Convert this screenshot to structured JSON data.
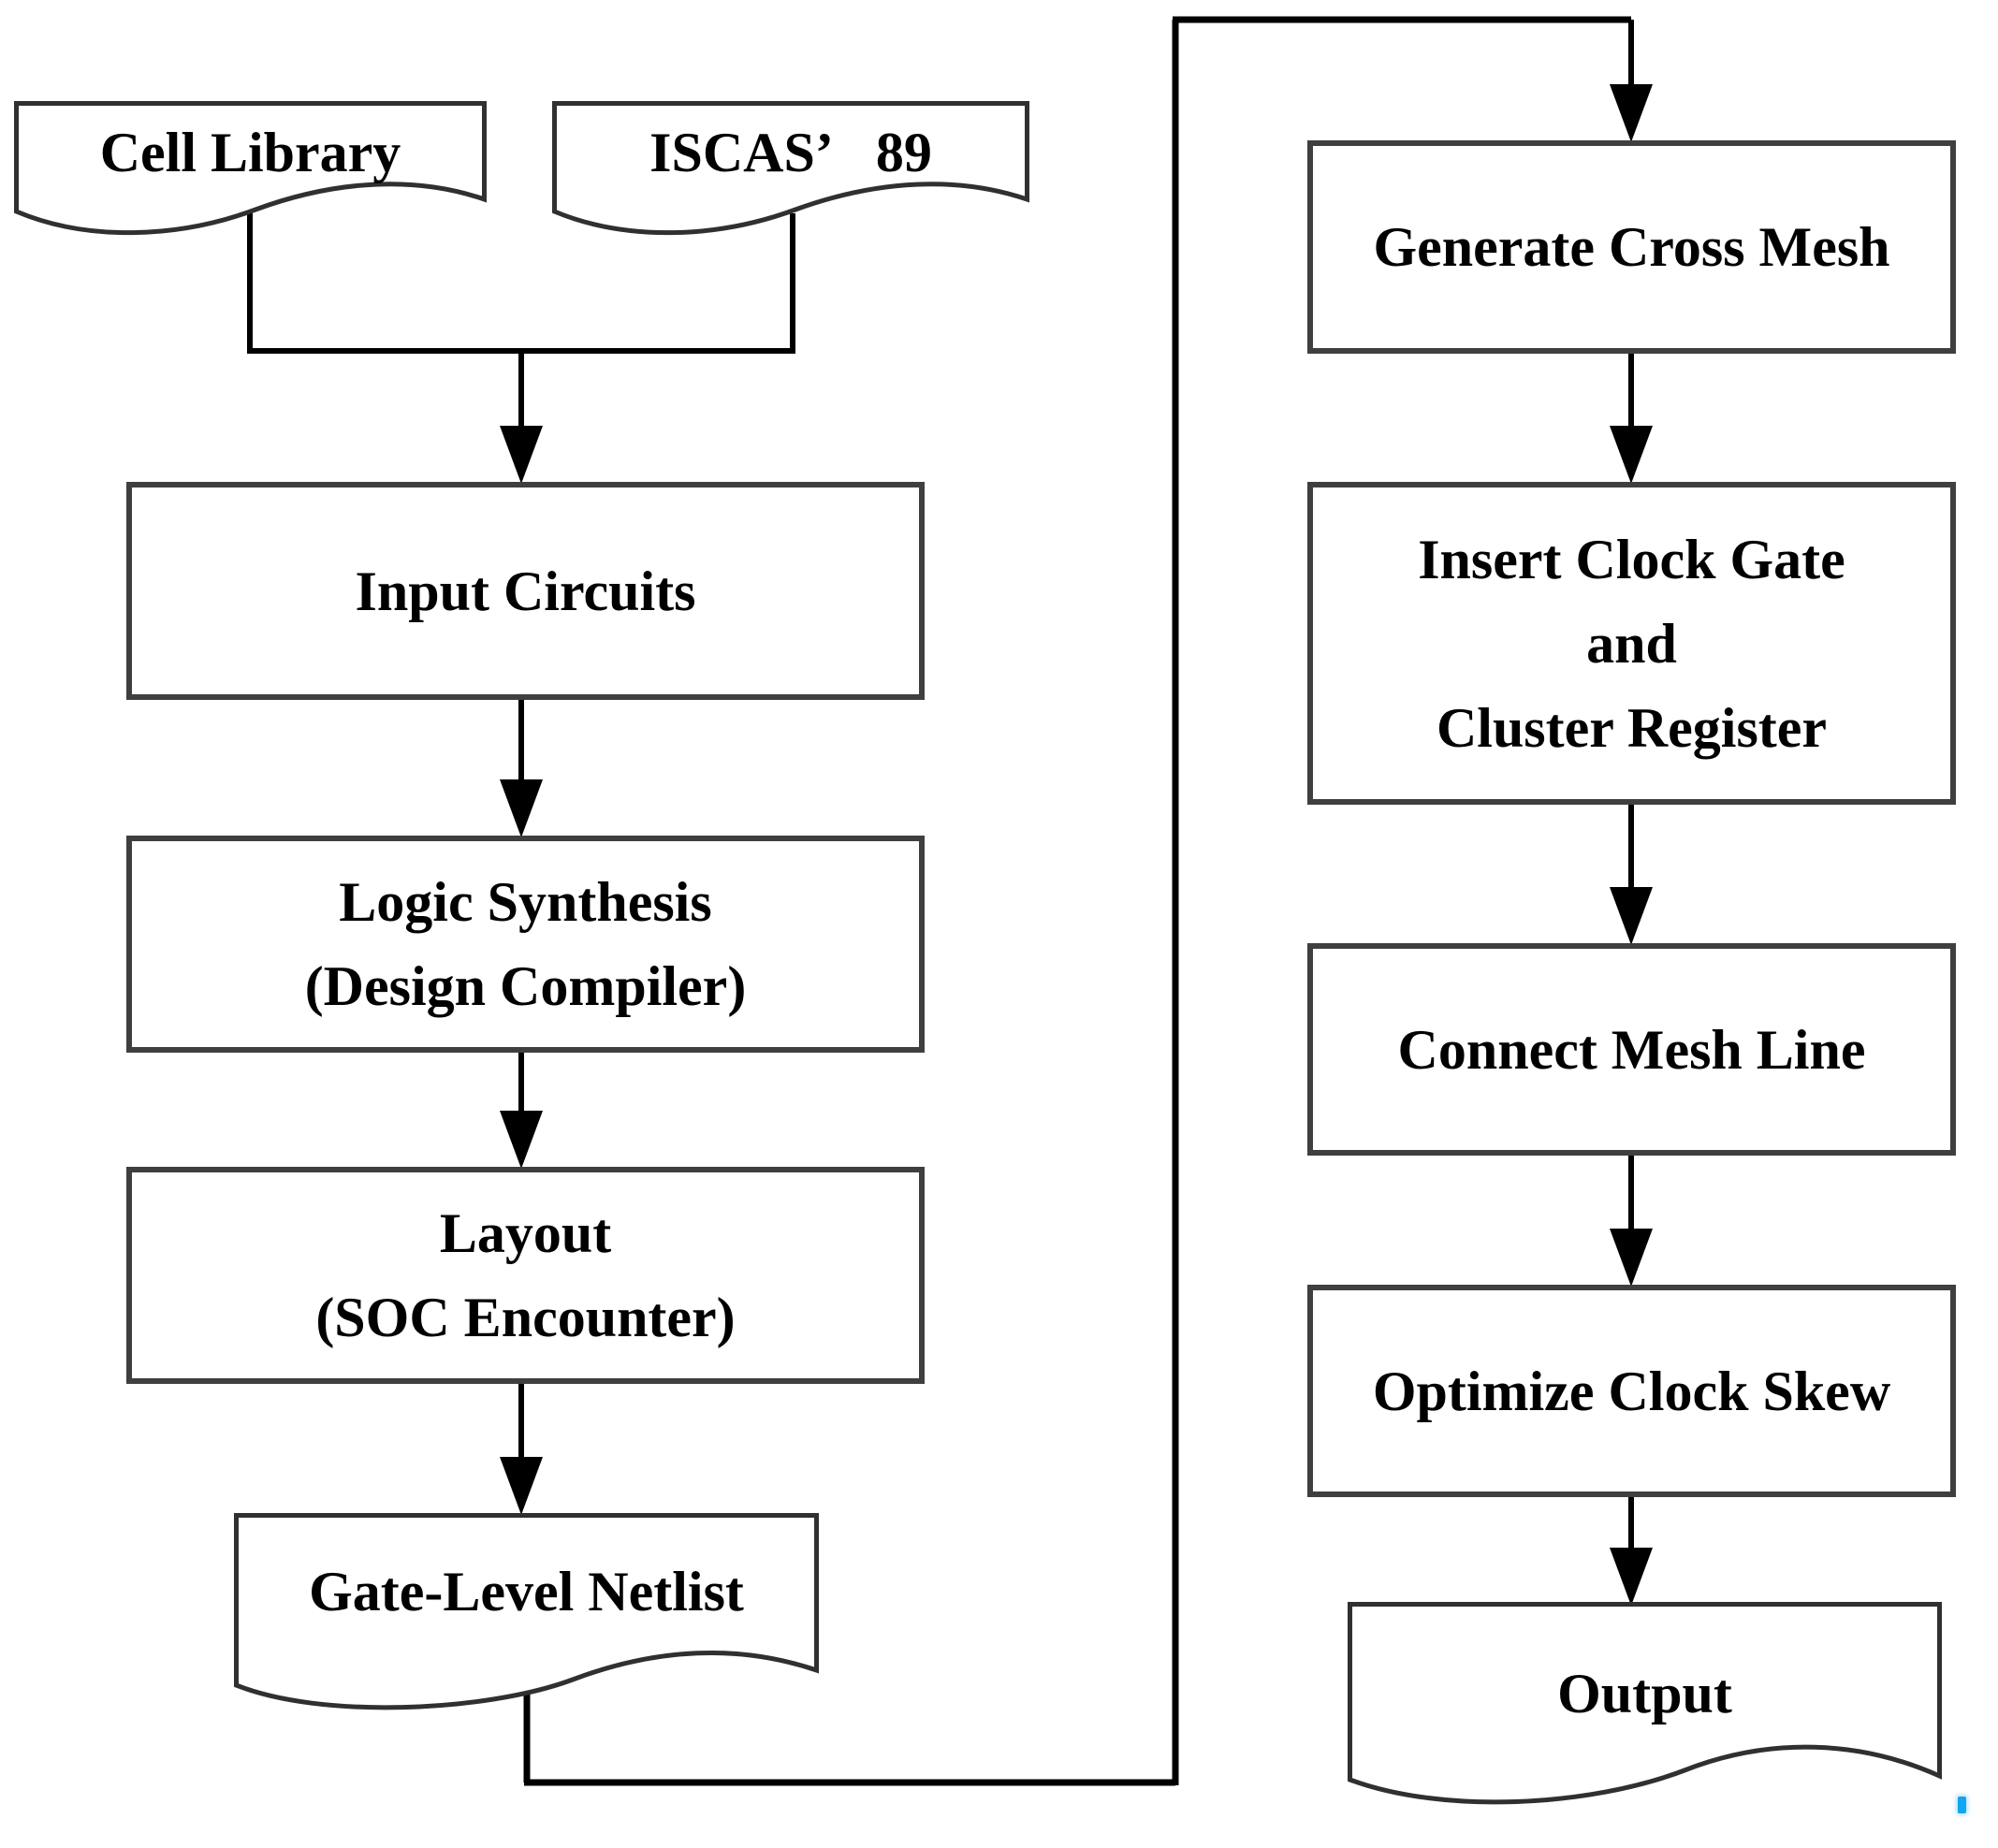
{
  "diagram": {
    "colors": {
      "background": "#ffffff",
      "connector": "#000000",
      "box_border": "#3f3f3f",
      "document_stroke": "#303030",
      "text": "#000000",
      "artifact_speck": "#12a6ee"
    },
    "nodes": {
      "cell_library": {
        "type": "document",
        "lines": [
          "Cell Library"
        ]
      },
      "iscas89": {
        "type": "document",
        "lines": [
          "ISCAS’   89"
        ]
      },
      "input_circuits": {
        "type": "process",
        "lines": [
          "Input Circuits"
        ]
      },
      "logic_synthesis": {
        "type": "process",
        "lines": [
          "Logic Synthesis",
          "(Design Compiler)"
        ]
      },
      "layout": {
        "type": "process",
        "lines": [
          "Layout",
          "(SOC Encounter)"
        ]
      },
      "gate_level_netlist": {
        "type": "document",
        "lines": [
          "Gate-Level Netlist"
        ]
      },
      "generate_cross_mesh": {
        "type": "process",
        "lines": [
          "Generate Cross Mesh"
        ]
      },
      "insert_clock_gate": {
        "type": "process",
        "lines": [
          "Insert Clock Gate",
          "and",
          "Cluster Register"
        ]
      },
      "connect_mesh_line": {
        "type": "process",
        "lines": [
          "Connect Mesh Line"
        ]
      },
      "optimize_clock_skew": {
        "type": "process",
        "lines": [
          "Optimize Clock Skew"
        ]
      },
      "output": {
        "type": "document",
        "lines": [
          "Output"
        ]
      }
    },
    "edges": [
      {
        "from": "cell_library",
        "to": "input_circuits"
      },
      {
        "from": "iscas89",
        "to": "input_circuits"
      },
      {
        "from": "input_circuits",
        "to": "logic_synthesis"
      },
      {
        "from": "logic_synthesis",
        "to": "layout"
      },
      {
        "from": "layout",
        "to": "gate_level_netlist"
      },
      {
        "from": "gate_level_netlist",
        "to": "generate_cross_mesh"
      },
      {
        "from": "generate_cross_mesh",
        "to": "insert_clock_gate"
      },
      {
        "from": "insert_clock_gate",
        "to": "connect_mesh_line"
      },
      {
        "from": "connect_mesh_line",
        "to": "optimize_clock_skew"
      },
      {
        "from": "optimize_clock_skew",
        "to": "output"
      }
    ]
  }
}
